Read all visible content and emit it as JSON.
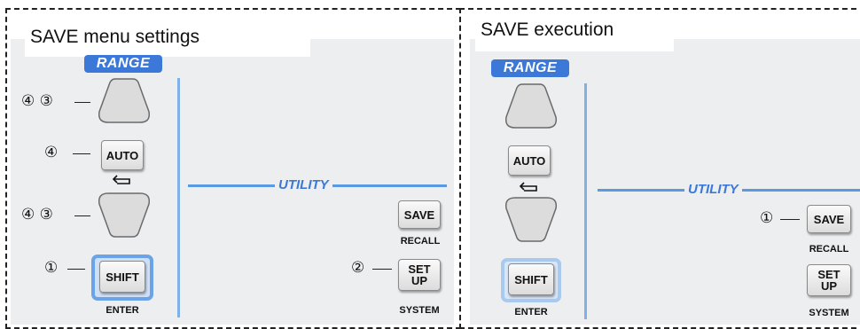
{
  "left_panel": {
    "heading": "SAVE menu settings",
    "range_label": "RANGE",
    "utility_label": "UTILITY",
    "auto_label": "AUTO",
    "shift_label": "SHIFT",
    "enter_label": "ENTER",
    "save_label": "SAVE",
    "recall_label": "RECALL",
    "setup_label_line1": "SET",
    "setup_label_line2": "UP",
    "system_label": "SYSTEM",
    "step_up": "④ ③",
    "step_auto": "④",
    "step_down": "④ ③",
    "step_shift": "①",
    "step_setup": "②"
  },
  "right_panel": {
    "heading": "SAVE execution",
    "range_label": "RANGE",
    "utility_label": "UTILITY",
    "auto_label": "AUTO",
    "shift_label": "SHIFT",
    "enter_label": "ENTER",
    "save_label": "SAVE",
    "recall_label": "RECALL",
    "setup_label_line1": "SET",
    "setup_label_line2": "UP",
    "system_label": "SYSTEM",
    "step_save": "①"
  },
  "colors": {
    "accent_blue": "#3b78d8",
    "panel_gray": "#eceeef",
    "line_blue": "#5a9ae0"
  },
  "icons": [
    "up-arrow-key-icon",
    "down-arrow-key-icon",
    "return-arrow-icon"
  ]
}
